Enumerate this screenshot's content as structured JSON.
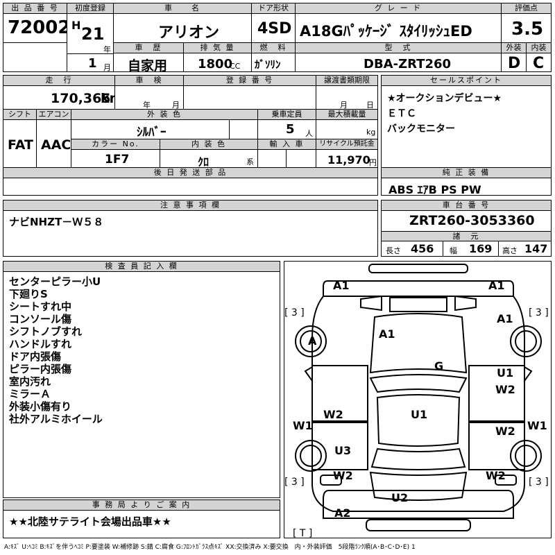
{
  "header": {
    "lot_label": "出 品 番 号",
    "lot_no": "72002",
    "first_reg_label": "初度登録",
    "era": "H",
    "year": "21",
    "year_unit": "年",
    "month": "1",
    "month_unit": "月",
    "name_label": "車　　名",
    "name": "アリオン",
    "door_label": "ドア形状",
    "door": "4SD",
    "grade_label": "グ レ ー ド",
    "grade": "A18Gﾊﾟｯｹｰｼﾞ ｽﾀｲﾘｯｼｭED",
    "score_label": "評価点",
    "score": "3.5",
    "history_label": "車　歴",
    "history": "自家用",
    "disp_label": "排 気 量",
    "disp": "1800",
    "disp_unit": "CC",
    "fuel_label": "燃　料",
    "fuel": "ｶﾞｿﾘﾝ",
    "model_label": "型　式",
    "model": "DBA-ZRT260",
    "ext_label": "外装",
    "ext": "D",
    "int_label": "内装",
    "int": "C"
  },
  "row2": {
    "mileage_label": "走　行",
    "mileage": "170,365",
    "mileage_unit": "km",
    "inspection_label": "車　検",
    "insp_year_unit": "年",
    "insp_month_unit": "月",
    "plate_label": "登 録 番 号",
    "transfer_label": "譲渡書類期限",
    "transfer_month_unit": "月",
    "transfer_day_unit": "日",
    "shift_label": "シフト",
    "shift": "FAT",
    "ac_label": "エアコン",
    "ac": "AAC",
    "color_label": "外 装 色",
    "color": "ｼﾙﾊﾞｰ",
    "capacity_label": "乗車定員",
    "capacity": "5",
    "capacity_unit": "人",
    "load_label": "最大積載量",
    "load_unit": "kg",
    "color_no_label": "カラー No.",
    "color_no": "1F7",
    "int_color_label": "内 装 色",
    "int_color": "ｸﾛ",
    "int_color_unit": "系",
    "import_label": "輸 入 車",
    "recycle_label": "リサイクル預託金",
    "recycle": "11,970",
    "recycle_unit": "円",
    "later_parts_label": "後 日 発 送 部 品"
  },
  "sales_points": {
    "label": "セールスポイント",
    "lines": [
      "★オークションデビュー★",
      "ＥＴＣ",
      "バックモニター"
    ]
  },
  "equipment": {
    "label": "純 正 装 備",
    "value": "ABS ｴｱB PS PW"
  },
  "notes": {
    "label": "注 意 事 項 欄",
    "value": "ナビNHZT－Ｗ５８"
  },
  "chassis": {
    "label": "車 台 番 号",
    "value": "ZRT260-3053360",
    "spec_label": "諸　元",
    "length_label": "長さ",
    "length": "456",
    "width_label": "幅",
    "width": "169",
    "height_label": "高さ",
    "height": "147"
  },
  "inspector": {
    "label": "検 査 員 記 入 欄",
    "lines": [
      "センターピラー小U",
      "下廻りS",
      "シートすれ中",
      "コンソール傷",
      "シフトノブすれ",
      "ハンドルすれ",
      "ドア内張傷",
      "ピラー内張傷",
      "室内汚れ",
      "ミラーＡ",
      "外装小傷有り",
      "社外アルミホイール"
    ]
  },
  "office": {
    "label": "事 務 局 よ り ご 案 内",
    "value": "★★北陸サテライト会場出品車★★"
  },
  "diagram_marks": {
    "front_left": "A1",
    "front_right": "A1",
    "bracket_fl": "[ 3 ]",
    "bracket_fr": "[ 3 ]",
    "wheel_fl": "A",
    "hood": "A1",
    "fender_fr": "A1",
    "roof": "G",
    "door_fr": "U1",
    "door_fr2": "W2",
    "door_rl": "W2",
    "floor": "U1",
    "side_left": "W1",
    "side_right": "W1",
    "door_rr": "W2",
    "rear_left_u": "U3",
    "rear_left_w": "W2",
    "rear_right_w": "W2",
    "bracket_rl": "[ 3 ]",
    "bracket_rr": "[ 3 ]",
    "trunk": "U2",
    "rear_bumper": "A2",
    "tire": "[ T ]"
  },
  "legend": "A:ｷｽﾞ U:ﾍｺﾐ B:ｷｽﾞを伴うﾍｺﾐ P:要塗装 W:補修跡 S:錆 C:腐食 G:ﾌﾛﾝﾄｶﾞﾗｽ点ｷｽﾞ XX:交換済み X:要交換　内・外装評価　5段階ﾗﾝｸ順(A･B･C･D･E) 1"
}
